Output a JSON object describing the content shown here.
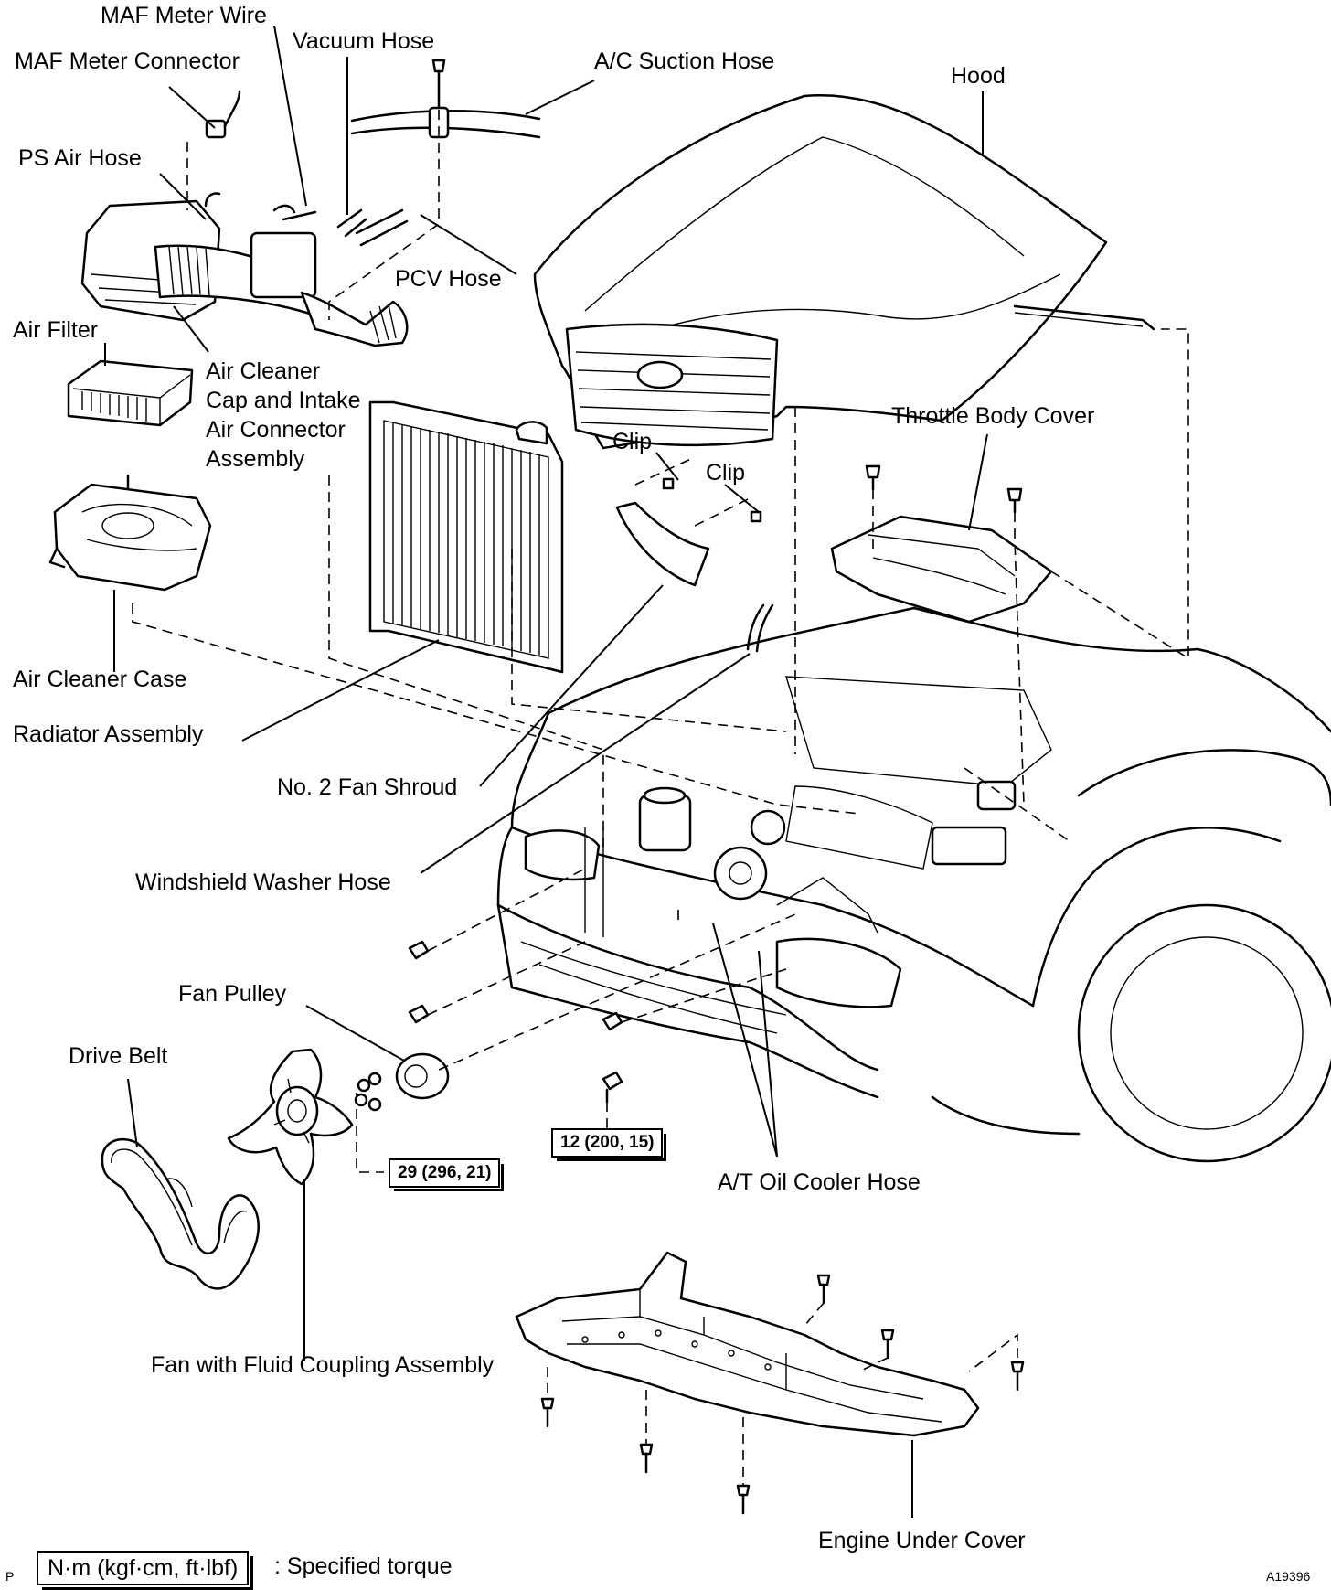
{
  "labels": {
    "maf_meter_wire": "MAF Meter Wire",
    "maf_meter_connector": "MAF Meter Connector",
    "vacuum_hose": "Vacuum Hose",
    "ac_suction_hose": "A/C Suction Hose",
    "hood": "Hood",
    "ps_air_hose": "PS Air Hose",
    "pcv_hose": "PCV Hose",
    "air_filter": "Air Filter",
    "air_cleaner_cap": "Air Cleaner Cap and Intake Air Connector Assembly",
    "throttle_body_cover": "Throttle Body Cover",
    "clip_1": "Clip",
    "clip_2": "Clip",
    "air_cleaner_case": "Air Cleaner Case",
    "radiator_assembly": "Radiator Assembly",
    "no2_fan_shroud": "No. 2 Fan Shroud",
    "windshield_washer_hose": "Windshield Washer Hose",
    "fan_pulley": "Fan Pulley",
    "drive_belt": "Drive Belt",
    "at_oil_cooler_hose": "A/T Oil Cooler Hose",
    "fan_with_fluid_coupling": "Fan with Fluid Coupling Assembly",
    "engine_under_cover": "Engine Under Cover"
  },
  "torques": {
    "fan_pulley_torque": "29 (296, 21)",
    "bolt_torque": "12 (200, 15)"
  },
  "legend": {
    "unit": "N·m (kgf·cm, ft·lbf)",
    "text": ": Specified torque"
  },
  "corner": {
    "left": "P",
    "figure_id": "A19396"
  }
}
